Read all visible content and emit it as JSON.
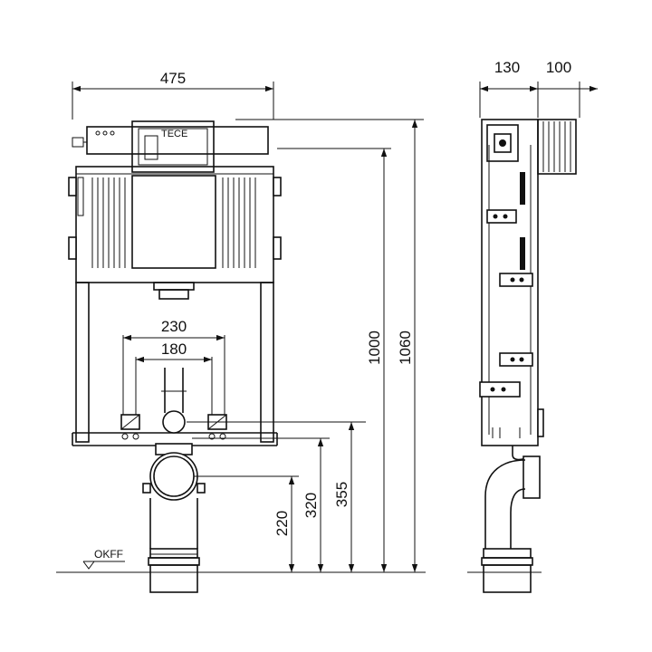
{
  "dimensions": {
    "width_total": "475",
    "depth_frame": "130",
    "depth_cistern": "100",
    "inner_230": "230",
    "inner_180": "180",
    "h_220": "220",
    "h_320": "320",
    "h_355": "355",
    "h_1000": "1000",
    "h_1060": "1060"
  },
  "labels": {
    "floor_level": "OKFF",
    "brand": "TECE"
  },
  "colors": {
    "line": "#111111",
    "background": "#ffffff"
  }
}
